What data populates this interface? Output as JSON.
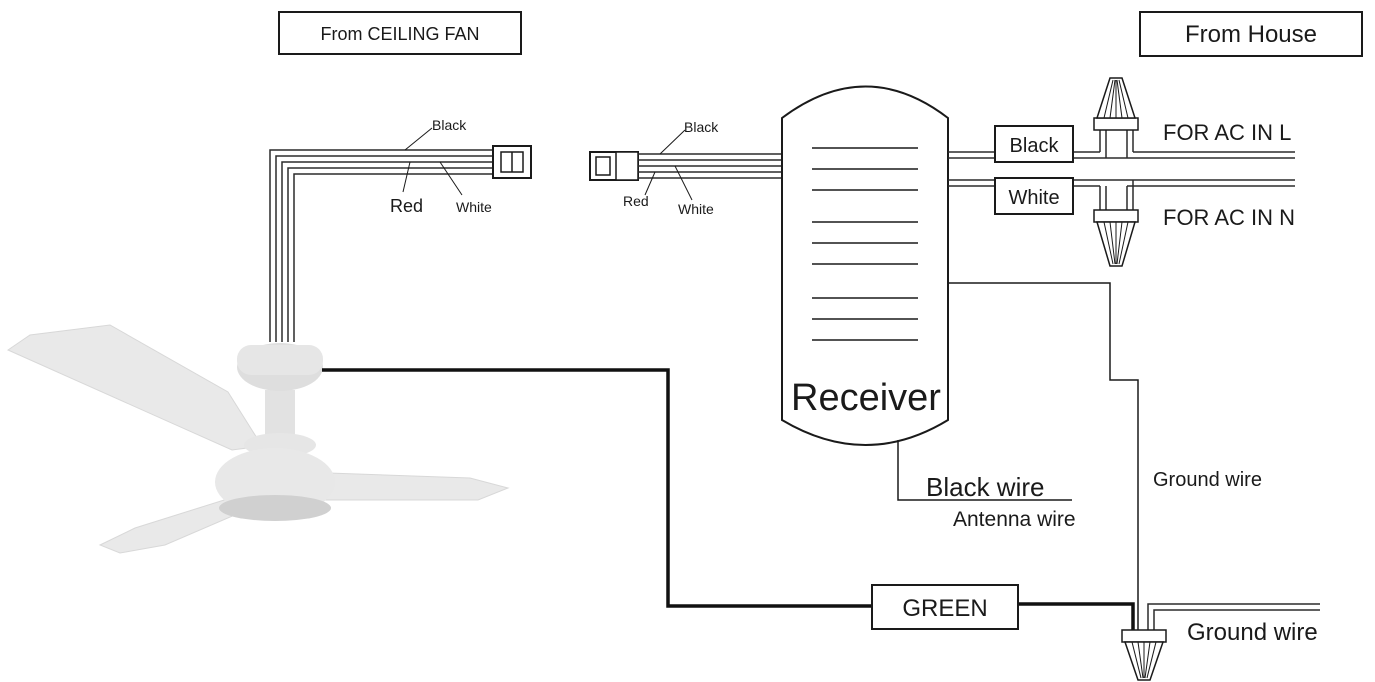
{
  "boxes": {
    "from_ceiling_fan": "From CEILING FAN",
    "from_house": "From House",
    "green": "GREEN",
    "black": "Black",
    "white": "White"
  },
  "fan_connector": {
    "black": "Black",
    "red": "Red",
    "white": "White"
  },
  "receiver_connector": {
    "black": "Black",
    "red": "Red",
    "white": "White"
  },
  "receiver": {
    "label": "Receiver"
  },
  "ac": {
    "line": "FOR AC IN L",
    "neutral": "FOR AC IN N"
  },
  "antenna": {
    "black_wire": "Black wire",
    "antenna_wire": "Antenna wire"
  },
  "ground": {
    "receiver_ground": "Ground wire",
    "house_ground": "Ground wire"
  },
  "colors": {
    "ink": "#1a1a1a",
    "wire": "#2b2b2b",
    "fan_body": "#e6e6e6",
    "fan_shade": "#cfcfcf"
  }
}
